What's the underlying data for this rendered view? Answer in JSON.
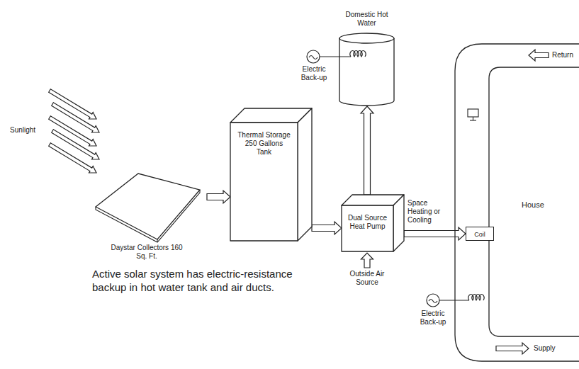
{
  "diagram": {
    "caption": "Active solar system has electric-resistance backup in hot water tank and air ducts.",
    "nodes": [
      {
        "text": [
          "Daystar Collectors 160 Sq. Ft."
        ]
      },
      {
        "text": [
          "Thermal Storage 250 Gallons Tank"
        ]
      },
      {
        "text": [
          "Dual Source Heat Pump"
        ]
      },
      {
        "text": [
          "Domestic Hot Water"
        ]
      },
      {
        "text": [
          "House"
        ]
      },
      {
        "text": [
          "Coil"
        ],
        "in": 4
      }
    ],
    "edges": [
      {
        "from": 0,
        "to": 1,
        "arrow": "to"
      },
      {
        "from": 1,
        "to": 2,
        "arrow": "to"
      },
      {
        "from": 2,
        "to": 3,
        "arrow": "to"
      },
      {
        "from": 2,
        "to": 5,
        "label": "Space Heating or Cooling",
        "arrow": "to"
      }
    ],
    "labels": [
      "Sunlight",
      "Electric Back-up",
      "Outside Air Source",
      "Electric Back-up",
      "Return",
      "Supply"
    ]
  }
}
